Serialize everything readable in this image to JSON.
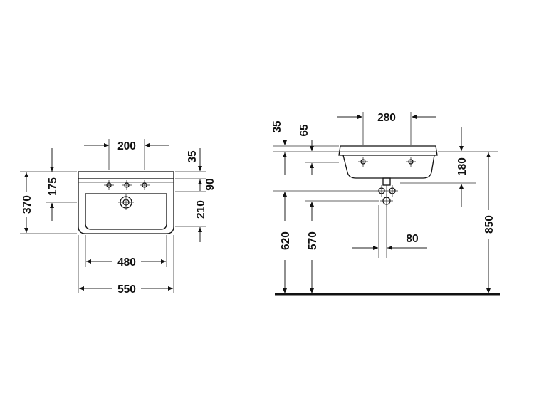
{
  "front_view": {
    "dims": {
      "tap_spacing": "200",
      "rim_thickness": "35",
      "tap_height": "175",
      "rim_to_top": "90",
      "depth_total": "370",
      "drain_height": "210",
      "inner_width": "480",
      "overall_width": "550"
    }
  },
  "side_view": {
    "dims": {
      "rim_35": "35",
      "depth_65": "65",
      "width_280": "280",
      "height_180": "180",
      "offset_80": "80",
      "height_620": "620",
      "height_570": "570",
      "height_850": "850"
    }
  }
}
